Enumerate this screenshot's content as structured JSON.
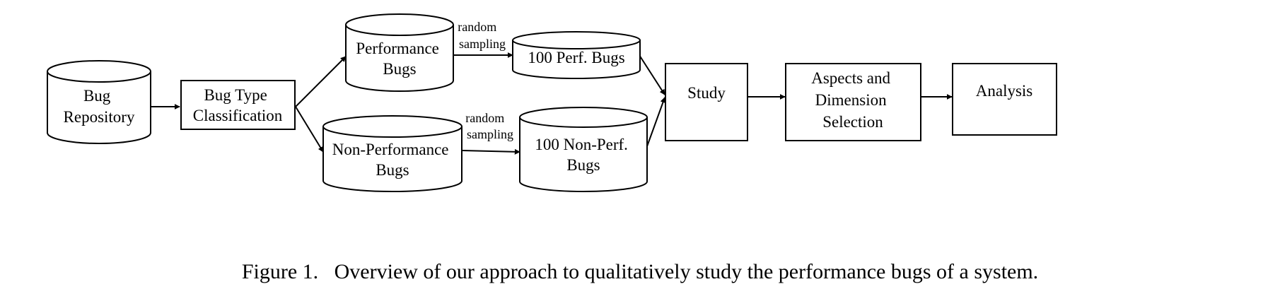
{
  "diagram": {
    "nodes": {
      "bug_repository": {
        "lines": [
          "Bug",
          "Repository"
        ]
      },
      "bug_type_classification": {
        "lines": [
          "Bug Type",
          "Classification"
        ]
      },
      "performance_bugs": {
        "lines": [
          "Performance",
          "Bugs"
        ]
      },
      "non_performance_bugs": {
        "lines": [
          "Non-Performance",
          "Bugs"
        ]
      },
      "perf_sample": {
        "lines": [
          "100 Perf. Bugs"
        ]
      },
      "nonperf_sample": {
        "lines": [
          "100 Non-Perf.",
          "Bugs"
        ]
      },
      "study": {
        "lines": [
          "Study"
        ]
      },
      "aspects_dimension_selection": {
        "lines": [
          "Aspects and",
          "Dimension",
          "Selection"
        ]
      },
      "analysis": {
        "lines": [
          "Analysis"
        ]
      }
    },
    "edge_labels": {
      "perf_sampling": [
        "random",
        "sampling"
      ],
      "nonperf_sampling": [
        "random",
        "sampling"
      ]
    }
  },
  "caption": {
    "label": "Figure 1.",
    "text": "Overview of our approach to qualitatively study the performance bugs of a system."
  }
}
